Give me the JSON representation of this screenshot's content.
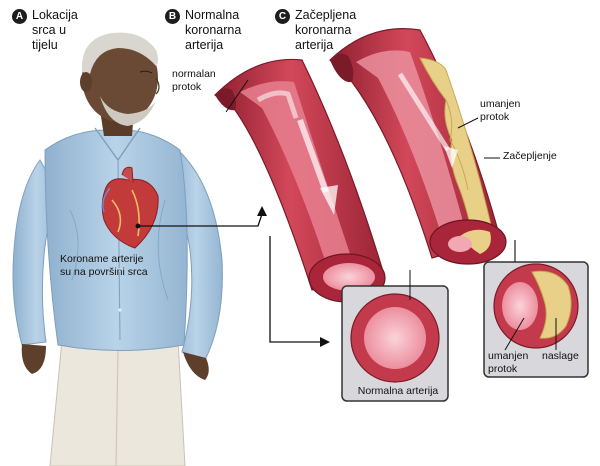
{
  "panels": {
    "a": {
      "letter": "A",
      "title": "Lokacija srca u tijelu"
    },
    "b": {
      "letter": "B",
      "title": "Normalna koronarna arterija"
    },
    "c": {
      "letter": "C",
      "title": "Začepljena koronarna arterija"
    }
  },
  "labels": {
    "normal_flow": "normalan protok",
    "reduced_flow_top": "umanjen protok",
    "blockage": "Začepljenje",
    "coronary_arteries": "Koroname arterije su na površini srca",
    "normal_artery": "Normalna arterija",
    "reduced_flow_bottom": "umanjen protok",
    "plaque": "naslage"
  },
  "colors": {
    "artery_wall": "#c9394a",
    "artery_dark": "#8e1f2f",
    "lumen": "#f2a7b3",
    "plaque": "#e8d089",
    "shirt": "#a9c6de",
    "skin": "#6b4a35",
    "pants": "#ece7dc"
  }
}
